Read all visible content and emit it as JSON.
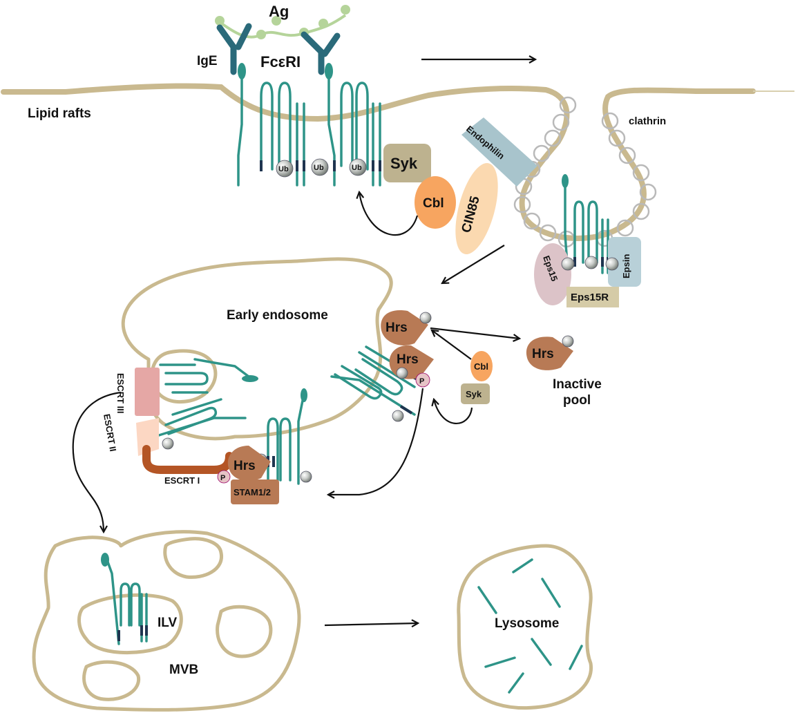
{
  "labels": {
    "ag": "Ag",
    "ige": "IgE",
    "fceri": "FcεRI",
    "lipid_rafts": "Lipid rafts",
    "clathrin": "clathrin",
    "endophilin": "Endophilin",
    "syk": "Syk",
    "cbl": "Cbl",
    "cin85": "CIN85",
    "ub": "Ub",
    "eps15": "Eps15",
    "epsin": "Epsin",
    "eps15r": "Eps15R",
    "early_endosome": "Early endosome",
    "hrs": "Hrs",
    "phospho": "P",
    "escrt_iii": "ESCRT III",
    "escrt_ii": "ESCRT II",
    "escrt_i": "ESCRT I",
    "stam": "STAM1/2",
    "inactive_pool_line1": "Inactive",
    "inactive_pool_line2": "pool",
    "ilv": "ILV",
    "mvb": "MVB",
    "lysosome": "Lysosome"
  },
  "colors": {
    "membrane": "#c9b98f",
    "receptor": "#2e9488",
    "receptor_dark": "#1f5f70",
    "syk": "#bdb28f",
    "cbl": "#f7a560",
    "cin85": "#fbd9b0",
    "hrs": "#b87a55",
    "escrt_iii": "#e5a7a5",
    "escrt_ii": "#fcd7c3",
    "escrt_i": "#b45525",
    "endophilin": "#a8c4cc",
    "eps15": "#dcc3c8",
    "epsin": "#b8d0d8"
  }
}
